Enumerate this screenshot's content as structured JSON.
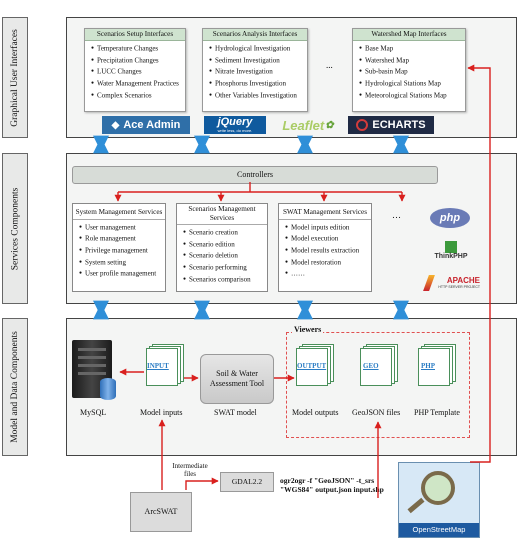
{
  "layers": {
    "gui": "Graphical User Interfaces",
    "services": "Services Components",
    "model": "Model and Data Components"
  },
  "gui": {
    "setup": {
      "title": "Scenarios Setup Interfaces",
      "items": [
        "Temperature Changes",
        "Precipitation Changes",
        "LUCC Changes",
        "Water Management Practices",
        "Complex Scenarios"
      ]
    },
    "analysis": {
      "title": "Scenarios Analysis Interfaces",
      "items": [
        "Hydrological Investigation",
        "Sediment Investigation",
        "Nitrate Investigation",
        "Phosphorus Investigation",
        "Other Variables Investigation"
      ]
    },
    "ellipsis": "...",
    "map": {
      "title": "Watershed Map Interfaces",
      "items": [
        "Base Map",
        "Watershed Map",
        "Sub-basin Map",
        "Hydrological Stations Map",
        "Meteorological Stations Map"
      ]
    },
    "logos": {
      "aceadmin": "Ace Admin",
      "jquery": "jQuery",
      "jquery_tag": "write less, do more.",
      "leaflet": "Leaflet",
      "echarts": "ECHARTS"
    }
  },
  "services": {
    "controllers": "Controllers",
    "system": {
      "title": "System Management Services",
      "items": [
        "User management",
        "Role management",
        "Privilege management",
        "System setting",
        "User profile management"
      ]
    },
    "scenario": {
      "title": "Scenarios Management Services",
      "items": [
        "Scenario creation",
        "Scenario edition",
        "Scenario deletion",
        "Scenario performing",
        "Scenarios comparison"
      ]
    },
    "swat": {
      "title": "SWAT Management Services",
      "items": [
        "Model inputs edition",
        "Model execution",
        "Model results extraction",
        "Model restoration",
        "……"
      ]
    },
    "ellipsis": "…",
    "logos": {
      "php": "php",
      "thinkphp": "ThinkPHP",
      "apache": "APACHE",
      "apache_sub": "HTTP SERVER PROJECT"
    }
  },
  "model": {
    "viewers": "Viewers",
    "mysql": "MySQL",
    "input_tag": "INPUT",
    "model_inputs": "Model inputs",
    "swat_tool": "Soil & Water Assessment Tool",
    "swat_model": "SWAT model",
    "output_tag": "OUTPUT",
    "model_outputs": "Model outputs",
    "geo_tag": "GEO",
    "geojson": "GeoJSON files",
    "php_tag": "PHP",
    "php_template": "PHP Template"
  },
  "bottom": {
    "intermediate": "Intermediate files",
    "gdal": "GDAL2.2",
    "ogr_cmd": "ogr2ogr -f \"GeoJSON\" -t_srs \"WGS84\" output.json input.shp",
    "arcswat": "ArcSWAT",
    "osm": "OpenStreetMap"
  },
  "colors": {
    "arrow_red": "#d9201e",
    "arrow_blue": "#2f8fd8",
    "panel_bg": "#f4f5f4",
    "green_head": "#cfe3cf",
    "dash_red": "#e05050"
  }
}
